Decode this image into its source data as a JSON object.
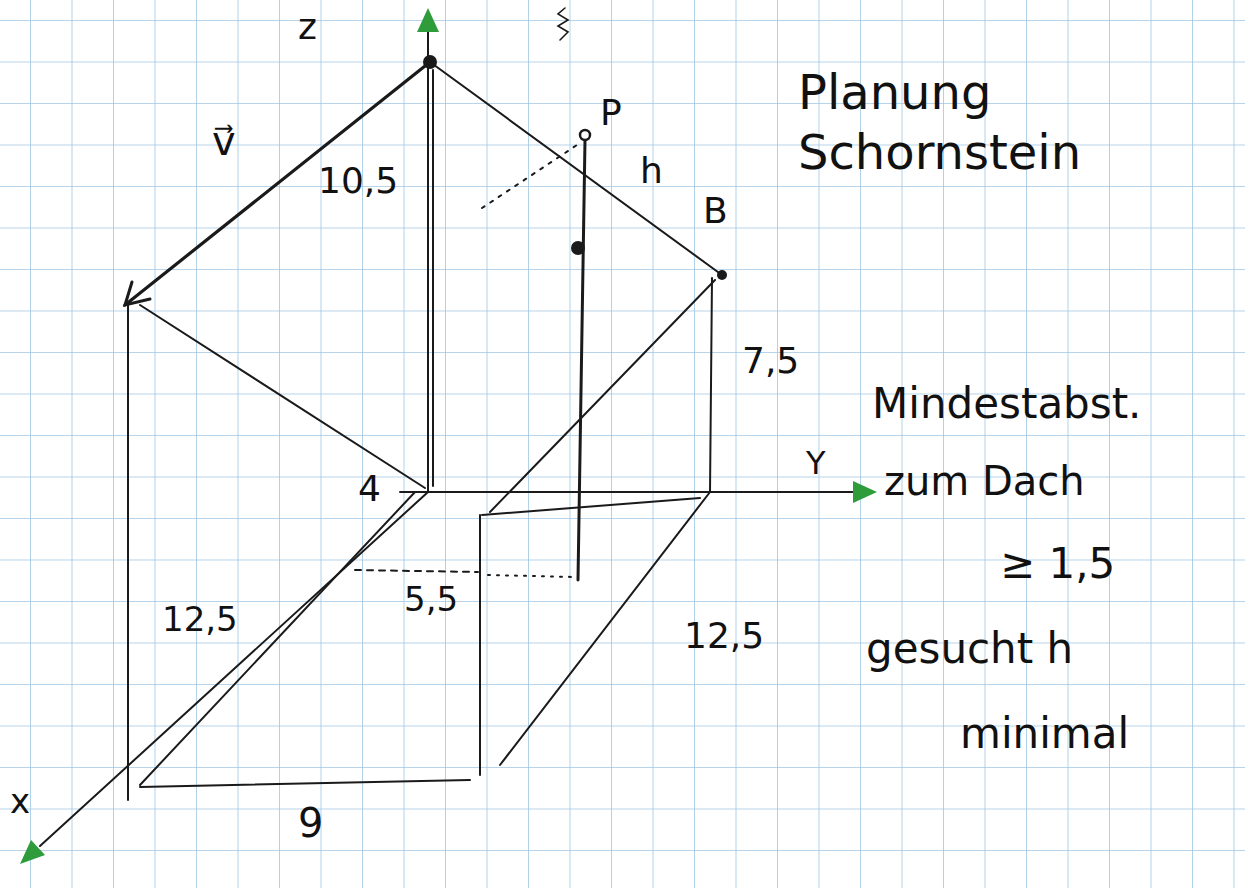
{
  "diagram": {
    "title": "Planung Schornstein",
    "labels": [
      "z",
      "v⃗",
      "10,5",
      "P",
      "h",
      "B",
      "7,5",
      "4",
      "12,5",
      "5,5",
      "12,5",
      "9",
      "x",
      "Y",
      "Mindestabst.",
      "zum Dach",
      "≥ 1,5",
      "gesucht h",
      "minimal"
    ]
  }
}
